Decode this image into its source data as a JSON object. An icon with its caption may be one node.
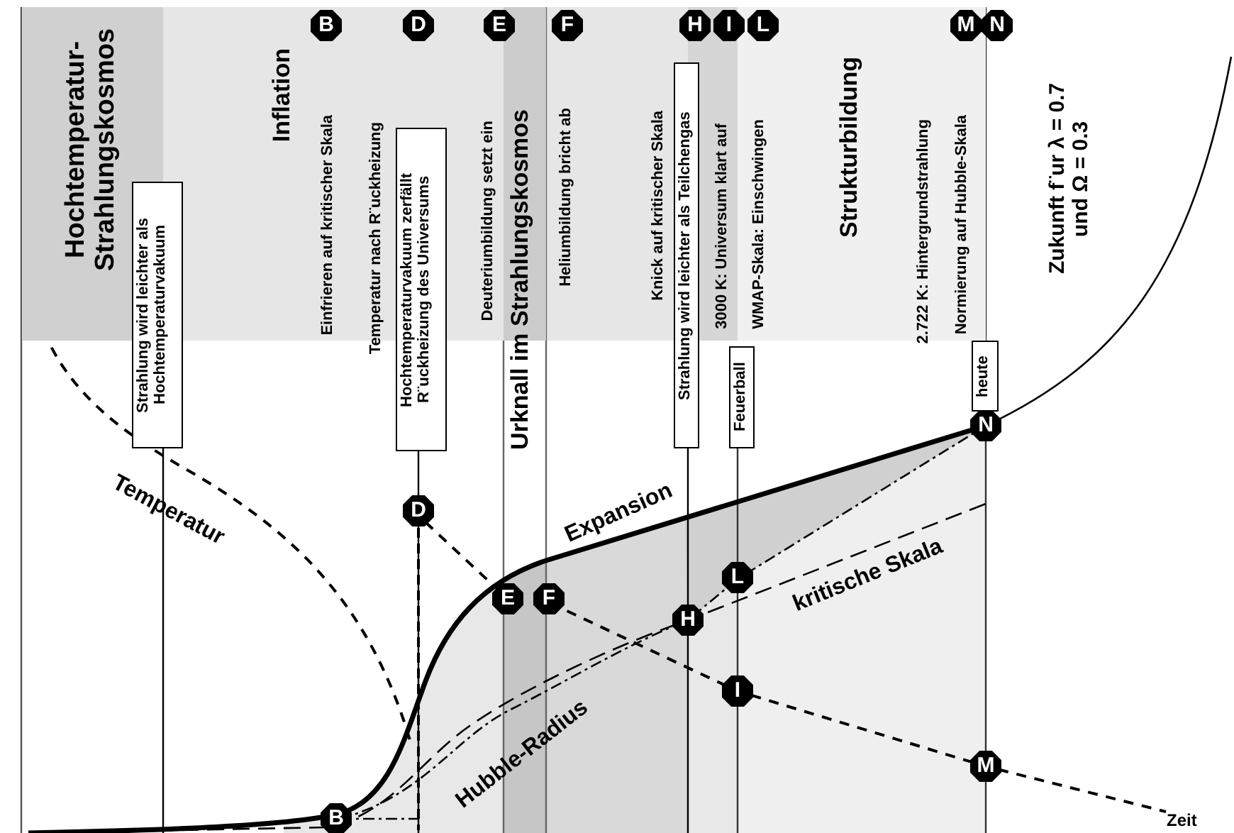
{
  "diagram": {
    "nodes": [
      {
        "text": [
          "Hochtemperatur-Strahlungskosmos"
        ]
      },
      {
        "text": [
          "Inflation"
        ]
      },
      {
        "text": [
          "B"
        ],
        "in": 1
      },
      {
        "text": [
          "D"
        ],
        "in": 1
      },
      {
        "text": [
          "Strahlung wird leichter als Hochtemperaturvakuum"
        ]
      },
      {
        "text": [
          "Hochtemperaturvakuum zerfällt R¨uckheizung des Universums"
        ]
      },
      {
        "text": [
          "E"
        ]
      },
      {
        "text": [
          "Urknall im Strahlungskosmos"
        ]
      },
      {
        "text": [
          "F"
        ]
      },
      {
        "text": [
          "H"
        ]
      },
      {
        "text": [
          "Strahlung wird leichter als Teilchengas"
        ]
      },
      {
        "text": [
          "Strukturbildung"
        ]
      },
      {
        "text": [
          "I"
        ]
      },
      {
        "text": [
          "L"
        ],
        "in": 11
      },
      {
        "text": [
          "Feuerball"
        ]
      },
      {
        "text": [
          "M"
        ],
        "in": 11
      },
      {
        "text": [
          "N"
        ]
      },
      {
        "text": [
          "heute"
        ]
      },
      {
        "text": [
          "D"
        ]
      },
      {
        "text": [
          "E"
        ]
      },
      {
        "text": [
          "F"
        ]
      },
      {
        "text": [
          "B"
        ]
      },
      {
        "text": [
          "H"
        ]
      },
      {
        "text": [
          "L"
        ]
      },
      {
        "text": [
          "I"
        ]
      },
      {
        "text": [
          "N"
        ]
      },
      {
        "text": [
          "M"
        ]
      }
    ],
    "labels": [
      "Einfrieren auf kritischer Skala",
      "Temperatur nach R¨uckheizung",
      "Deuteriumbildung setzt ein",
      "Heliumbildung bricht ab",
      "Knick auf kritischer Skala",
      "3000 K: Universum klart auf",
      "WMAP-Skala: Einschwingen",
      "2.722 K: Hintergrundstrahlung",
      "Normierung auf Hubble-Skala",
      "Zukunft f¨ur λ = 0.7 und Ω = 0.3",
      "Temperatur",
      "Expansion",
      "kritische Skala",
      "Hubble-Radius",
      "Zeit"
    ]
  }
}
